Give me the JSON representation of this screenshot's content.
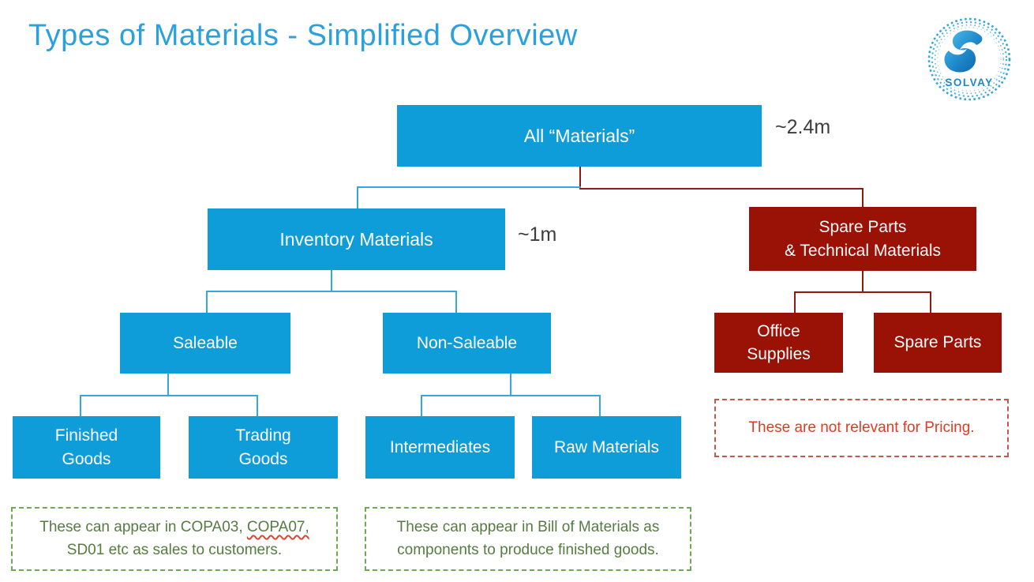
{
  "slide": {
    "title": "Types of Materials - Simplified Overview",
    "logo": {
      "brand": "SOLVAY"
    }
  },
  "nodes": {
    "all_materials": {
      "label": "All “Materials”",
      "count": "~2.4m"
    },
    "inventory": {
      "label": "Inventory Materials",
      "count": "~1m"
    },
    "spare_tech": {
      "label": "Spare Parts\n& Technical Materials"
    },
    "saleable": {
      "label": "Saleable"
    },
    "non_saleable": {
      "label": "Non-Saleable"
    },
    "finished_goods": {
      "label": "Finished\nGoods"
    },
    "trading_goods": {
      "label": "Trading\nGoods"
    },
    "intermediates": {
      "label": "Intermediates"
    },
    "raw_materials": {
      "label": "Raw Materials"
    },
    "office_supplies": {
      "label": "Office\nSupplies"
    },
    "spare_parts": {
      "label": "Spare Parts"
    }
  },
  "notes": {
    "pricing": {
      "text": "These are not relevant for Pricing."
    },
    "sales": {
      "part1": "These can appear in COPA03, ",
      "misspelled": "COPA07,",
      "line2": "SD01 etc as sales to customers."
    },
    "bom": {
      "line1": "These can appear in Bill of Materials as",
      "line2": "components to produce finished goods."
    }
  },
  "colors": {
    "box_blue": "#0f9dd9",
    "box_dark_red": "#9a1106",
    "connector_blue": "#35a7dc",
    "connector_red": "#8e1b10",
    "title_blue": "#2aa0dc",
    "count_text": "#3d3d3d",
    "note_red_text": "#e23a26",
    "note_red_border": "#c05a4c",
    "note_green_text": "#567c41",
    "note_green_border": "#6fa953",
    "logo_blue": "#1e88c9"
  }
}
